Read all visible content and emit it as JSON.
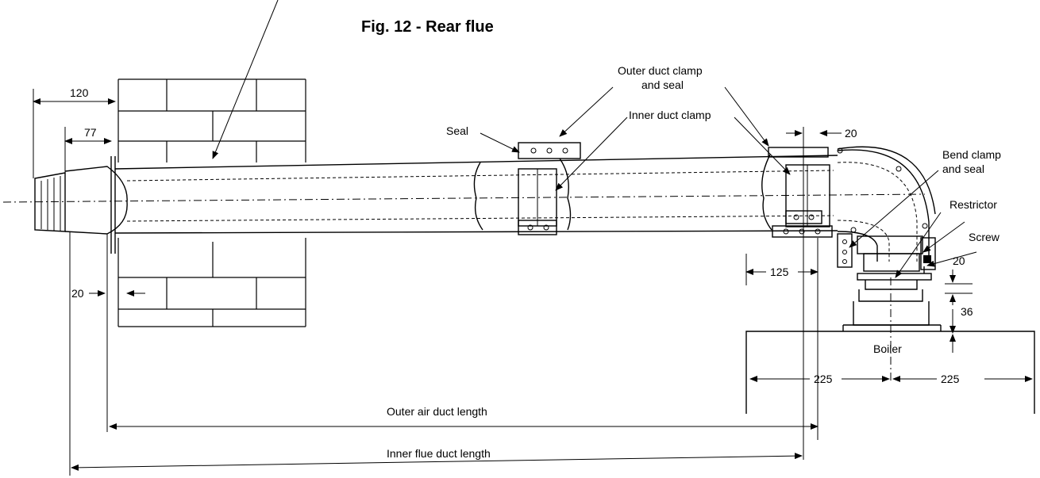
{
  "figure": {
    "title": "Fig. 12 - Rear flue"
  },
  "labels": {
    "outer_duct_clamp": "Outer duct clamp",
    "and_seal": "and seal",
    "inner_duct_clamp": "Inner duct clamp",
    "seal": "Seal",
    "bend_clamp": "Bend clamp",
    "bend_and_seal": "and seal",
    "restrictor": "Restrictor",
    "screw": "Screw",
    "boiler": "Boiler",
    "outer_air_duct_length": "Outer air duct length",
    "inner_flue_duct_length": "Inner flue duct length"
  },
  "dimensions": {
    "d120": "120",
    "d77": "77",
    "d20_left": "20",
    "d20_top": "20",
    "d125": "125",
    "d20_right": "20",
    "d36": "36",
    "d225_left": "225",
    "d225_right": "225"
  }
}
